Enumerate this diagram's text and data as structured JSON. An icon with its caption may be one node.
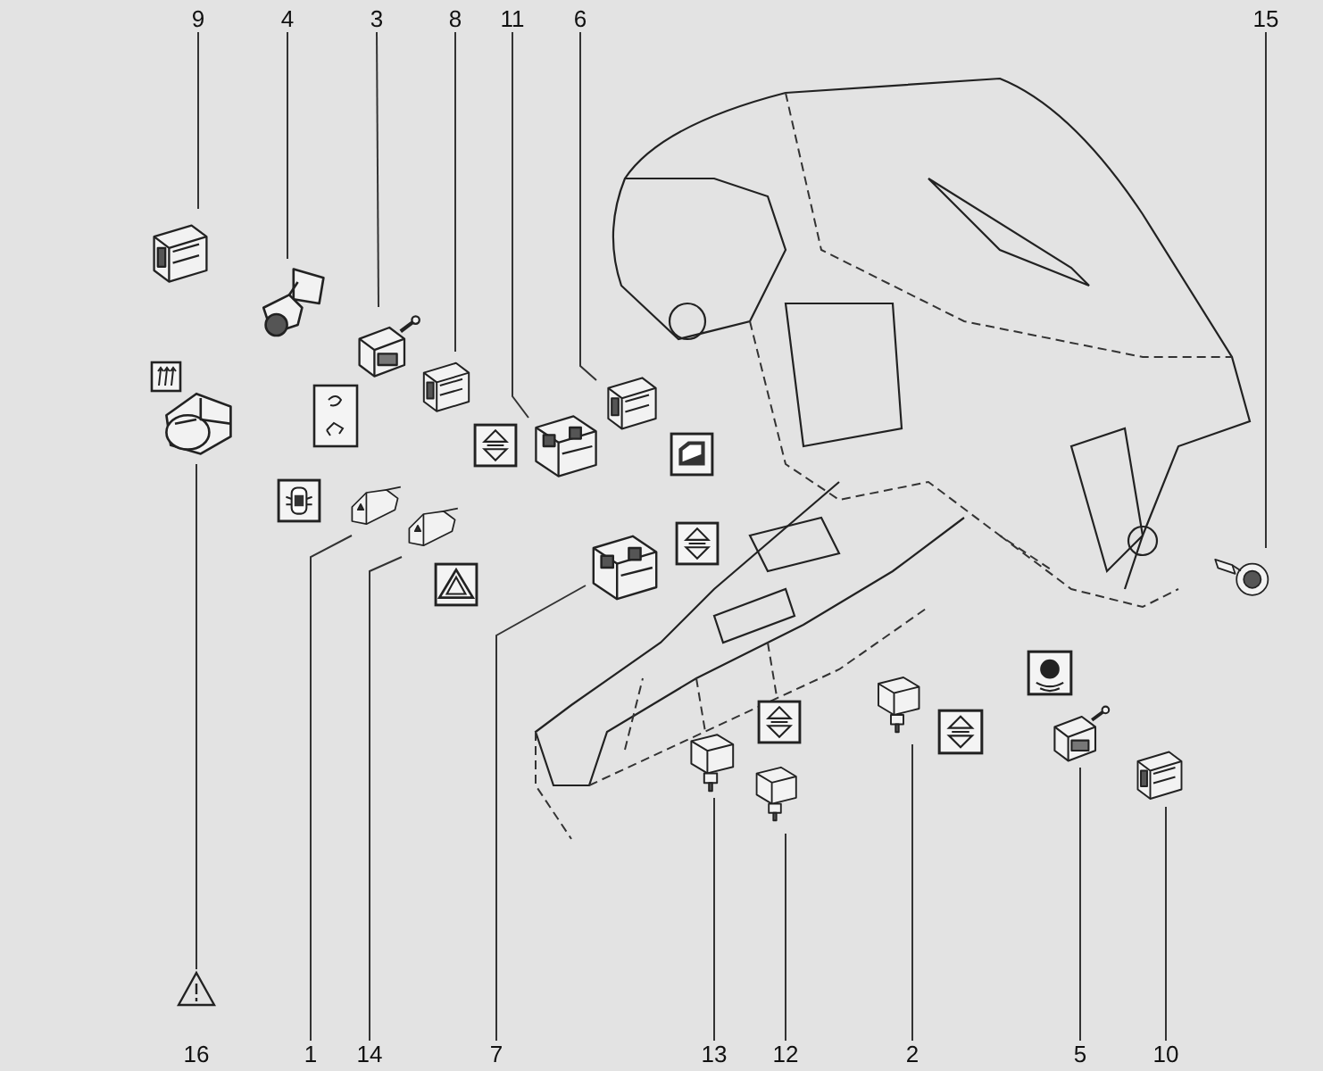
{
  "diagram": {
    "nodes": [
      {
        "text": [
          "9"
        ]
      },
      {
        "text": [
          "4"
        ]
      },
      {
        "text": [
          "3"
        ]
      },
      {
        "text": [
          "8"
        ]
      },
      {
        "text": [
          "11"
        ]
      },
      {
        "text": [
          "6"
        ]
      },
      {
        "text": [
          "15"
        ]
      },
      {
        "text": [
          "16"
        ]
      },
      {
        "text": [
          "1"
        ]
      },
      {
        "text": [
          "14"
        ]
      },
      {
        "text": [
          "7"
        ]
      },
      {
        "text": [
          "13"
        ]
      },
      {
        "text": [
          "12"
        ]
      },
      {
        "text": [
          "2"
        ]
      },
      {
        "text": [
          "5"
        ]
      },
      {
        "text": [
          "10"
        ]
      },
      {
        "text": [],
        "shape": "picture"
      },
      {
        "text": [],
        "shape": "picture"
      },
      {
        "text": [],
        "shape": "picture"
      },
      {
        "text": [],
        "shape": "picture"
      },
      {
        "text": [],
        "shape": "picture"
      },
      {
        "text": [],
        "shape": "picture"
      },
      {
        "text": [],
        "shape": "picture"
      },
      {
        "text": [],
        "shape": "picture"
      },
      {
        "text": [],
        "shape": "picture"
      },
      {
        "text": [],
        "shape": "picture"
      },
      {
        "text": [],
        "shape": "picture"
      },
      {
        "text": [],
        "shape": "picture"
      },
      {
        "text": [],
        "shape": "picture"
      },
      {
        "text": [],
        "shape": "picture"
      },
      {
        "text": [],
        "shape": "picture"
      },
      {
        "text": [],
        "shape": "picture"
      }
    ],
    "edges": [
      {
        "from": 0,
        "to": 16,
        "arrow": "none"
      },
      {
        "from": 1,
        "to": 17,
        "arrow": "none"
      },
      {
        "from": 2,
        "to": 18,
        "arrow": "none"
      },
      {
        "from": 3,
        "to": 19,
        "arrow": "none"
      },
      {
        "from": 4,
        "to": 20,
        "arrow": "none"
      },
      {
        "from": 5,
        "to": 21,
        "arrow": "none"
      },
      {
        "from": 6,
        "to": 22,
        "arrow": "none"
      },
      {
        "from": 7,
        "to": 23,
        "arrow": "none"
      },
      {
        "from": 8,
        "to": 24,
        "arrow": "none"
      },
      {
        "from": 9,
        "to": 25,
        "arrow": "none"
      },
      {
        "from": 10,
        "to": 26,
        "arrow": "none"
      },
      {
        "from": 11,
        "to": 27,
        "arrow": "none"
      },
      {
        "from": 12,
        "to": 28,
        "arrow": "none"
      },
      {
        "from": 13,
        "to": 29,
        "arrow": "none"
      },
      {
        "from": 14,
        "to": 30,
        "arrow": "none"
      },
      {
        "from": 15,
        "to": 31,
        "arrow": "none"
      }
    ]
  }
}
